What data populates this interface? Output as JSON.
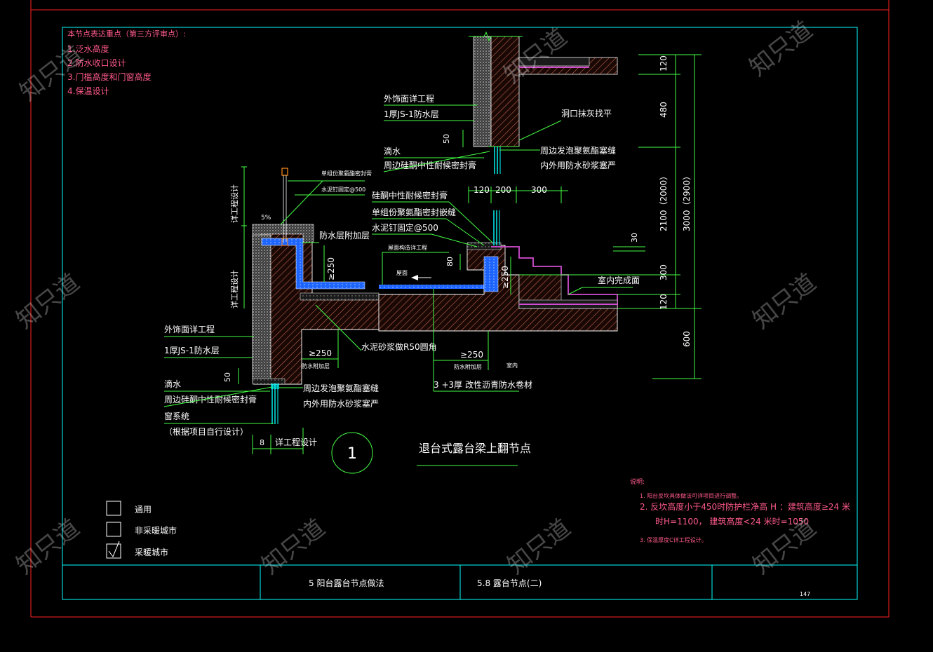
{
  "review_notes": {
    "title": "本节点表达重点（第三方评审点）:",
    "items": [
      "1.泛水高度",
      "2.防水收口设计",
      "3.门槛高度和门窗高度",
      "4.保温设计"
    ]
  },
  "upper_labels": {
    "facade": "外饰面详工程",
    "js1": "1厚JS-1防水层",
    "drip": "滴水",
    "sealant": "周边硅酮中性耐候密封膏",
    "dim50": "50",
    "plaster": "洞口抹灰找平",
    "foam": "周边发泡聚氨酯塞缝",
    "mortar": "内外用防水砂浆塞严"
  },
  "parapet_labels": {
    "pu_sealant": "单组份聚氨酯密封膏",
    "nail": "水泥钉固定@500",
    "detail_design": "详工程设计",
    "slope": "5%",
    "extra_layer": "防水层附加层",
    "ge250": "≥250",
    "facade": "外饰面详工程",
    "js1": "1厚JS-1防水层",
    "dim50": "50",
    "drip": "滴水",
    "sealant": "周边硅酮中性耐候密封膏",
    "window": "窗系统",
    "window_note": "（根据项目自行设计）",
    "dim8": "8",
    "detail_bottom": "详工程设计",
    "foam": "周边发泡聚氨酯塞缝",
    "mortar": "内外用防水砂浆塞严",
    "r50": "水泥砂浆做R50圆角",
    "extra_short": "防水附加层"
  },
  "threshold_labels": {
    "dim120": "120",
    "dim200": "200",
    "dim300": "300",
    "silicone": "硅酮中性耐候密封膏",
    "pu_crack": "单组份聚氨酯密封嵌缝",
    "nail": "水泥钉固定@500",
    "roof_construction": "屋面构造详工程",
    "drain": "屋面",
    "dim80": "80",
    "ge250_v": "≥250",
    "ge250": "≥250",
    "extra_short": "防水附加层",
    "indoor": "室内",
    "membrane": "3 +3厚 改性沥青防水卷材",
    "floor_finish": "室内完成面",
    "dim30": "30"
  },
  "right_dims": {
    "d120a": "120",
    "d480": "480",
    "d2100": "2100（2000）",
    "d3000": "3000（2900）",
    "d300": "300",
    "d120b": "120",
    "d600": "600"
  },
  "node": {
    "number": "1",
    "title": "退台式露台梁上翻节点"
  },
  "notes": {
    "title": "说明:",
    "n1": "1. 阳台反坎具体做法可详项目进行调整。",
    "n2a": "2. 反坎高度小于450时防护栏净高 H ：建筑高度≥24 米",
    "n2b": "时H=1100， 建筑高度<24 米时=1050",
    "n3": "3. 保温厚度C详工程设计。"
  },
  "legend": [
    {
      "label": "通用",
      "checked": false
    },
    {
      "label": "非采暖城市",
      "checked": false
    },
    {
      "label": "采暖城市",
      "checked": true
    }
  ],
  "title_block": {
    "chapter": "5  阳台露台节点做法",
    "section": "5.8  露台节点(二)",
    "page": "147"
  },
  "watermark": "知只道",
  "colors": {
    "background": "#000000",
    "frame_red": "#ff2020",
    "frame_cyan": "#00ffff",
    "dim_green": "#44ff44",
    "note_pink": "#ff5a8a",
    "concrete": "#c86a55",
    "waterproof": "#1e64ff",
    "insulation": "#aaaaaa",
    "floor_magenta": "#d24dd2"
  }
}
